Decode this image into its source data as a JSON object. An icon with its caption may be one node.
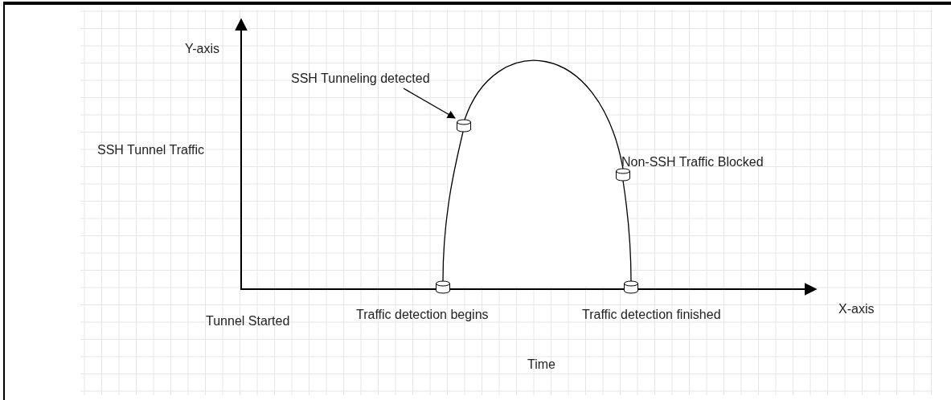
{
  "diagram": {
    "nodes": [
      {
        "text": [
          "SSH Tunneling detected"
        ]
      },
      {
        "text": [],
        "shape": "cylinder",
        "beside": [
          "Traffic detection begins"
        ]
      },
      {
        "text": [],
        "shape": "cylinder"
      },
      {
        "text": [],
        "shape": "cylinder",
        "beside": [
          "Non-SSH Traffic Blocked"
        ]
      },
      {
        "text": [],
        "shape": "cylinder",
        "beside": [
          "Traffic detection finished"
        ]
      }
    ],
    "edges": [
      {
        "from": 0,
        "to": 2,
        "arrow": "to"
      },
      {
        "from": 1,
        "to": 2,
        "arrow": "none"
      },
      {
        "from": 2,
        "to": 3,
        "arrow": "none"
      },
      {
        "from": 3,
        "to": 4,
        "arrow": "none"
      }
    ],
    "labels": [
      "Y-axis",
      "SSH Tunnel Traffic",
      "Tunnel Started",
      "X-axis",
      "Time"
    ]
  }
}
